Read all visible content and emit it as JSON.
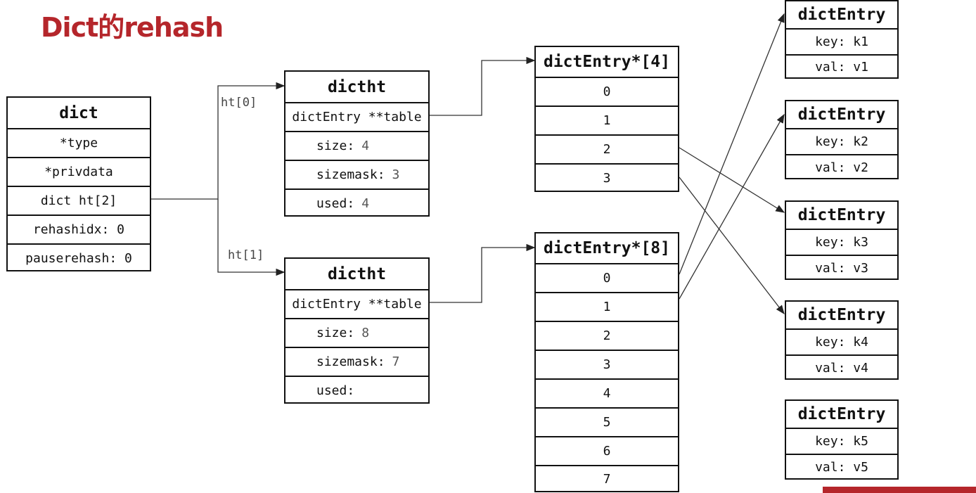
{
  "title": "Dict的rehash",
  "dict": {
    "header": "dict",
    "rows": [
      "*type",
      "*privdata",
      "dict ht[2]",
      "rehashidx:  0",
      "pauserehash: 0"
    ]
  },
  "links": {
    "ht0": "ht[0]",
    "ht1": "ht[1]"
  },
  "dictht0": {
    "header": "dictht",
    "table": "dictEntry **table",
    "size_label": "size:",
    "size": "4",
    "sizemask_label": "sizemask:",
    "sizemask": "3",
    "used_label": "used:",
    "used": "4"
  },
  "dictht1": {
    "header": "dictht",
    "table": "dictEntry **table",
    "size_label": "size:",
    "size": "8",
    "sizemask_label": "sizemask:",
    "sizemask": "7",
    "used_label": "used:",
    "used": ""
  },
  "array4": {
    "header": "dictEntry*[4]",
    "slots": [
      "0",
      "1",
      "2",
      "3"
    ]
  },
  "array8": {
    "header": "dictEntry*[8]",
    "slots": [
      "0",
      "1",
      "2",
      "3",
      "4",
      "5",
      "6",
      "7"
    ]
  },
  "entries": [
    {
      "header": "dictEntry",
      "key": "key: k1",
      "val": "val: v1"
    },
    {
      "header": "dictEntry",
      "key": "key: k2",
      "val": "val: v2"
    },
    {
      "header": "dictEntry",
      "key": "key: k3",
      "val": "val: v3"
    },
    {
      "header": "dictEntry",
      "key": "key: k4",
      "val": "val: v4"
    },
    {
      "header": "dictEntry",
      "key": "key: k5",
      "val": "val: v5"
    }
  ],
  "colors": {
    "title": "#b5262b",
    "line": "#333333",
    "accent_bar": "#b5262b"
  }
}
